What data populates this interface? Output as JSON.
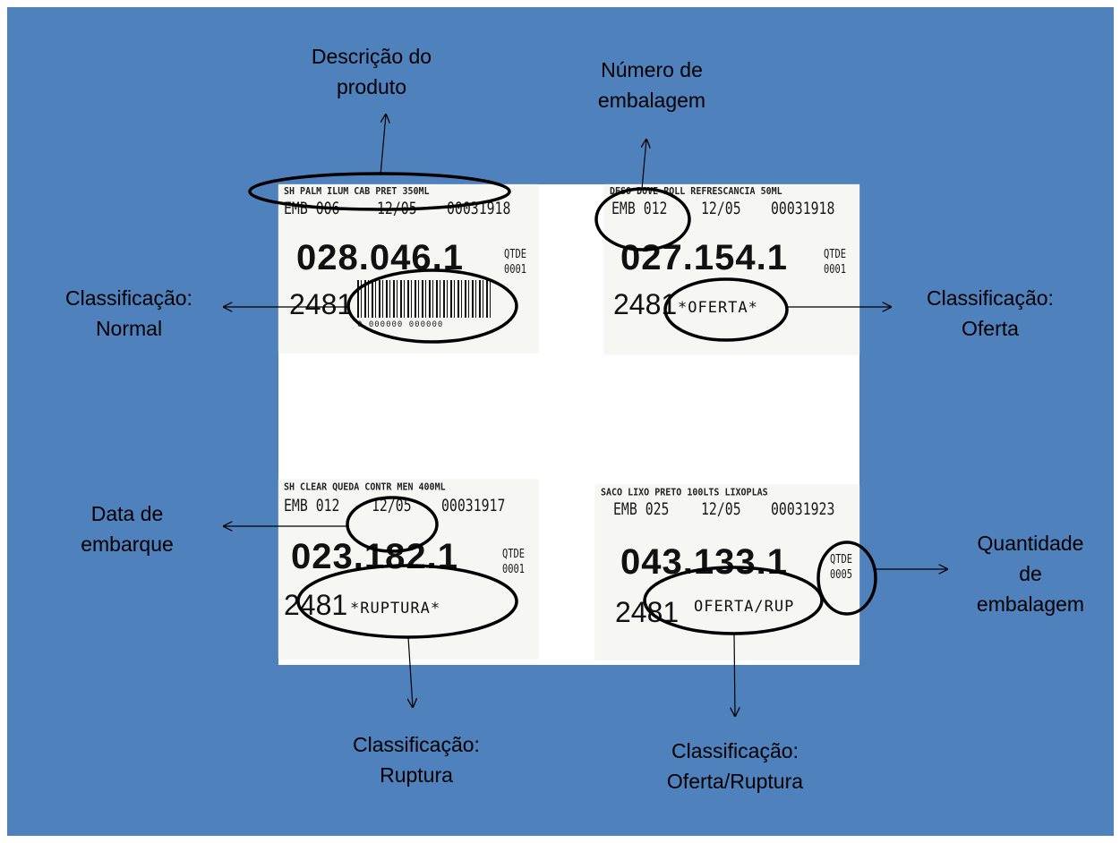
{
  "captions": {
    "descricao": [
      "Descrição do",
      "produto"
    ],
    "numero": [
      "Número de",
      "embalagem"
    ],
    "normal": [
      "Classificação:",
      "Normal"
    ],
    "oferta": [
      "Classificação:",
      "Oferta"
    ],
    "data": [
      "Data de",
      "embarque"
    ],
    "quantidade": [
      "Quantidade",
      "de",
      "embalagem"
    ],
    "ruptura": [
      "Classificação:",
      "Ruptura"
    ],
    "ofertaruptura": [
      "Classificação:",
      "Oferta/Ruptura"
    ]
  },
  "labels": [
    {
      "desc": "SH PALM ILUM CAB PRET 350ML",
      "emb": "EMB 006",
      "date": "12/05",
      "lot": "00031918",
      "code": "028.046.1",
      "qtde_label": "QTDE",
      "qtde_value": "0001",
      "dept": "2481",
      "classification": "",
      "barcode_digits": "0  000000  000000"
    },
    {
      "desc": "DESO DOVE ROLL REFRESCANCIA 50ML",
      "emb": "EMB 012",
      "date": "12/05",
      "lot": "00031918",
      "code": "027.154.1",
      "qtde_label": "QTDE",
      "qtde_value": "0001",
      "dept": "2481",
      "classification": "*OFERTA*"
    },
    {
      "desc": "SH CLEAR QUEDA CONTR MEN 400ML",
      "emb": "EMB 012",
      "date": "12/05",
      "lot": "00031917",
      "code": "023.182.1",
      "qtde_label": "QTDE",
      "qtde_value": "0001",
      "dept": "2481",
      "classification": "*RUPTURA*"
    },
    {
      "desc": "SACO LIXO PRETO 100LTS LIXOPLAS",
      "emb": "EMB 025",
      "date": "12/05",
      "lot": "00031923",
      "code": "043.133.1",
      "qtde_label": "QTDE",
      "qtde_value": "0005",
      "dept": "2481",
      "classification": "OFERTA/RUP"
    }
  ],
  "colors": {
    "background": "#4f81bd",
    "annotation": "#000000",
    "label_paper": "#f6f6f3"
  }
}
